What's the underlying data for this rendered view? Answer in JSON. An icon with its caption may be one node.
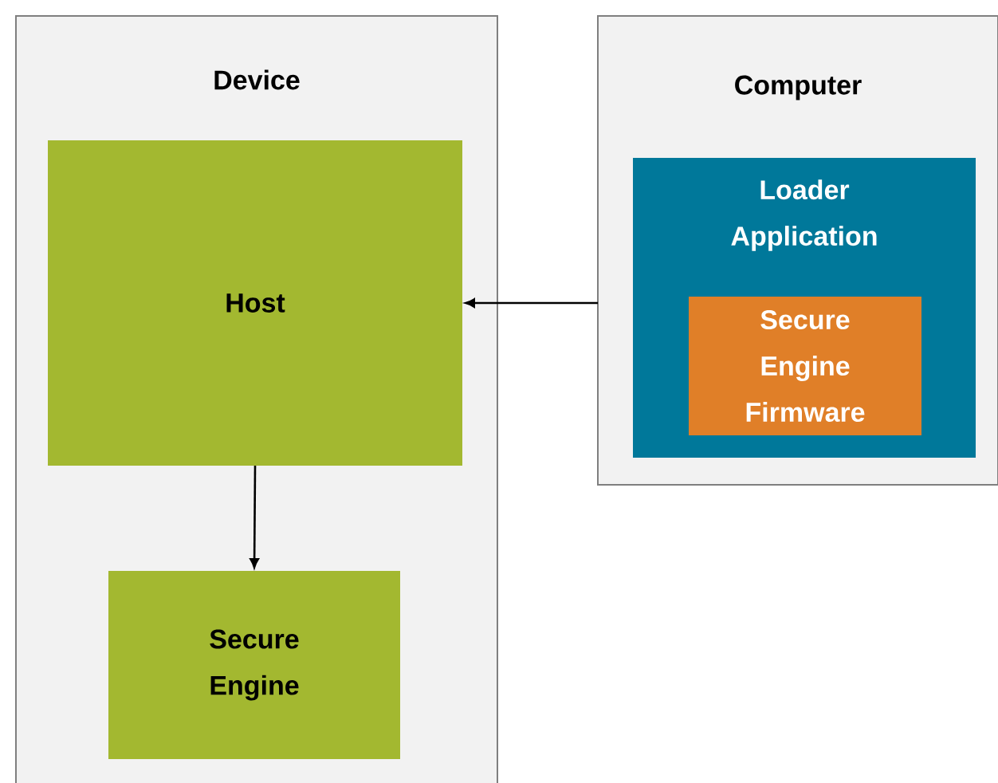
{
  "diagram": {
    "nodes": [
      {
        "text": [
          "Device"
        ]
      },
      {
        "text": [
          "Host"
        ],
        "in": 0
      },
      {
        "text": [
          "Secure Engine"
        ],
        "in": 0
      },
      {
        "text": [
          "Computer"
        ]
      },
      {
        "text": [
          "Loader Application"
        ],
        "in": 3
      },
      {
        "text": [
          "Secure Engine Firmware"
        ],
        "in": 4
      }
    ],
    "edges": [
      {
        "from": 1,
        "to": 2,
        "arrow": "to"
      },
      {
        "from": 3,
        "to": 1,
        "arrow": "to"
      }
    ]
  }
}
